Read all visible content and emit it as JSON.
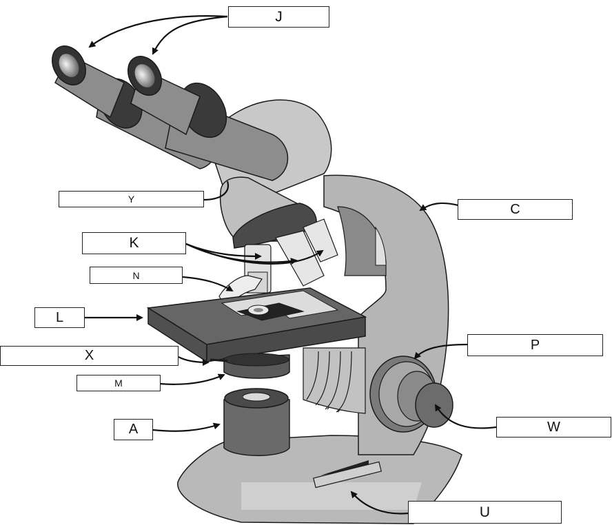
{
  "labels": {
    "J": "J",
    "Y": "Y",
    "C": "C",
    "K": "K",
    "N": "N",
    "L": "L",
    "X": "X",
    "M": "M",
    "P": "P",
    "A": "A",
    "W": "W",
    "U": "U"
  },
  "colors": {
    "body_light": "#bdbdbd",
    "body_mid": "#9e9e9e",
    "body_dark": "#6e6e6e",
    "stage_top": "#5e5e5e",
    "outline": "#1a1a1a"
  }
}
